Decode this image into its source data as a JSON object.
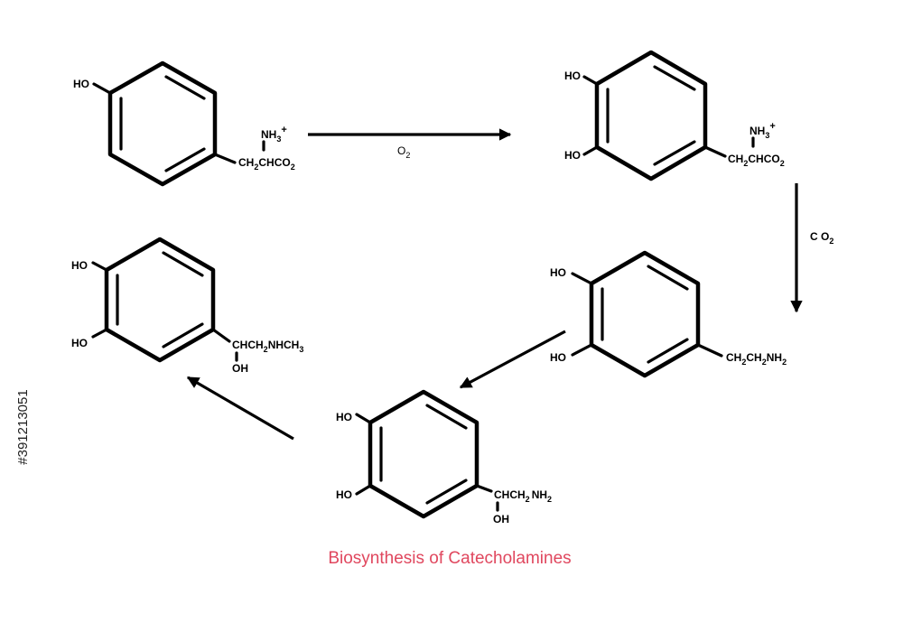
{
  "title": "Biosynthesis of Catecholamines",
  "stock_id": "#391213051",
  "accent_color": "#e0475e",
  "molecules": {
    "m1": {
      "oh": "HO",
      "nh3": "NH",
      "nh3_sub": "3",
      "nh3_sup": "+",
      "ch": "CH",
      "ch_sub": "2",
      "chain": "CHCO",
      "chain_sub": "2"
    },
    "m2": {
      "oh_top": "HO",
      "oh_bottom": "HO",
      "nh3": "NH",
      "nh3_sub": "3",
      "nh3_sup": "+",
      "ch": "CH",
      "ch_sub": "2",
      "chain": "CHCO",
      "chain_sub": "2"
    },
    "m3": {
      "oh_top": "HO",
      "oh_bottom": "HO",
      "ch": "CH",
      "ch_sub": "2",
      "ch2": "CH",
      "ch2_sub": "2",
      "nh": "NH",
      "nh_sub": "2"
    },
    "m4": {
      "oh_top": "HO",
      "oh_bottom": "HO",
      "chain": "CHCH",
      "chain_sub": "2",
      "nh": "NH",
      "nh_sub": "2",
      "side_oh": "OH"
    },
    "m5": {
      "oh_top": "HO",
      "oh_bottom": "HO",
      "chain": "CHCH",
      "chain_sub": "2",
      "nh": "NHCH",
      "nh_sub": "3",
      "side_oh": "OH"
    }
  },
  "reagents": {
    "step1": {
      "text": "O",
      "sub": "2"
    },
    "step2": {
      "text": "C O",
      "sub": "2"
    }
  }
}
